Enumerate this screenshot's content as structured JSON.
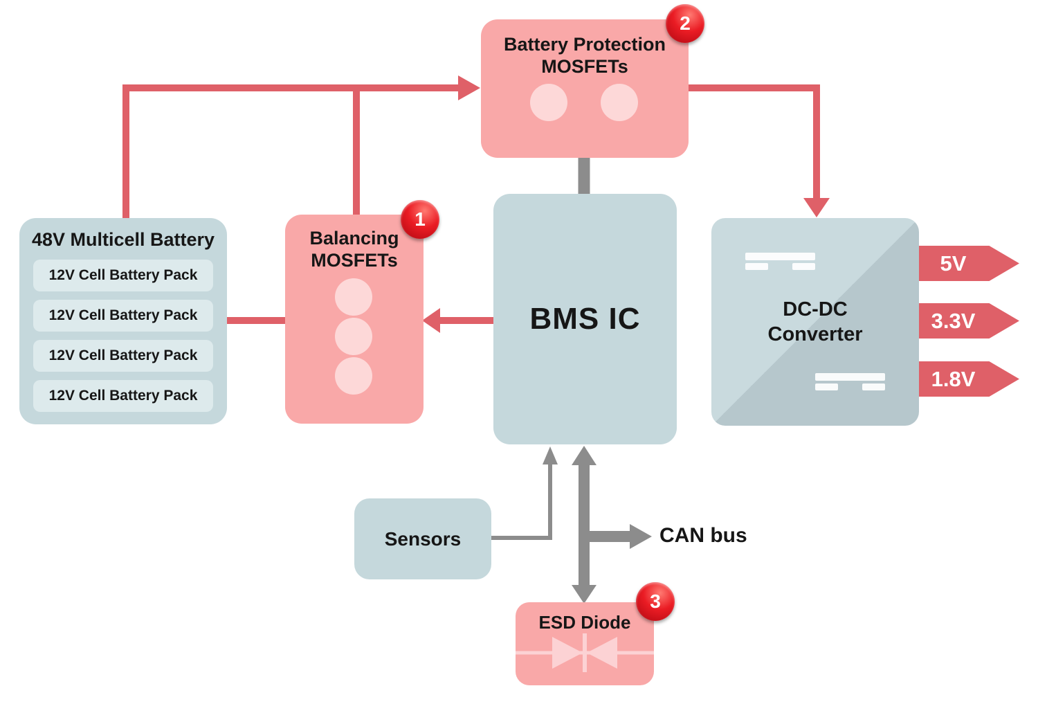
{
  "colors": {
    "accent-red": "#df6068",
    "pink-box": "#f9a8a8",
    "pink-light": "#fdd8d8",
    "blue-box": "#c5d8dc",
    "cell-bg": "#ddeaec",
    "dcdc-light": "#c9dade",
    "dcdc-dark": "#b6c7cc",
    "gray-arrow": "#8c8c8c",
    "badge-red": "#e01520",
    "text": "#161616",
    "white": "#ffffff"
  },
  "battery": {
    "title": "48V Multicell Battery",
    "cells": [
      "12V Cell Battery Pack",
      "12V Cell Battery Pack",
      "12V Cell Battery Pack",
      "12V Cell Battery Pack"
    ]
  },
  "balancing": {
    "title_line1": "Balancing",
    "title_line2": "MOSFETs",
    "badge": "1"
  },
  "protection": {
    "title_line1": "Battery Protection",
    "title_line2": "MOSFETs",
    "badge": "2"
  },
  "bms": {
    "title": "BMS IC"
  },
  "dcdc": {
    "title_line1": "DC-DC",
    "title_line2": "Converter",
    "outputs": [
      "5V",
      "3.3V",
      "1.8V"
    ]
  },
  "sensors": {
    "title": "Sensors"
  },
  "esd": {
    "title": "ESD Diode",
    "badge": "3"
  },
  "can_bus": {
    "label": "CAN bus"
  }
}
